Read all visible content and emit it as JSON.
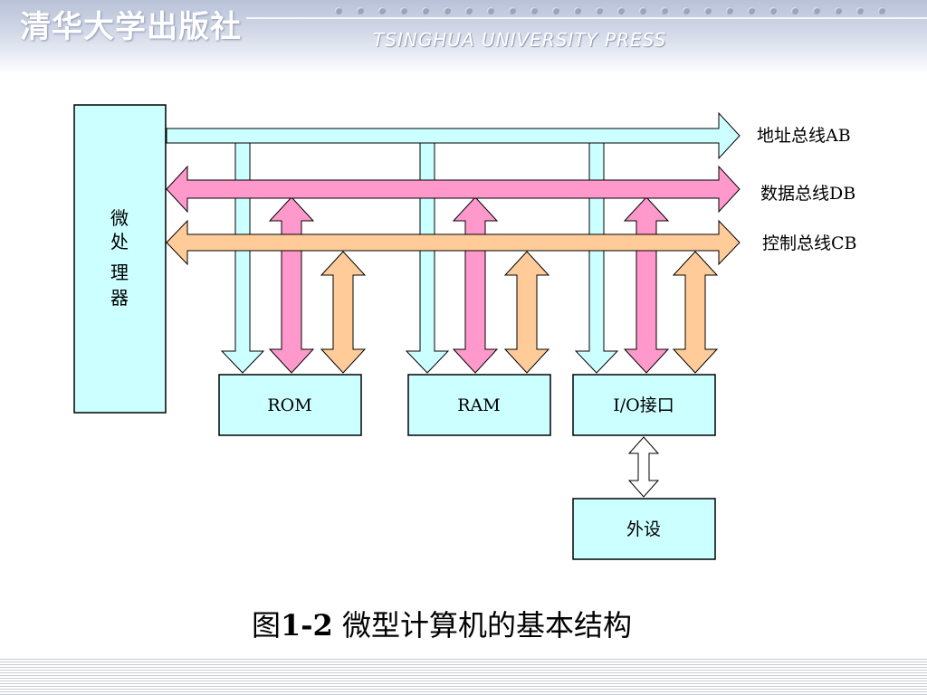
{
  "header": {
    "title_cn": "清华大学出版社",
    "title_en": "TSINGHUA UNIVERSITY PRESS"
  },
  "diagram": {
    "cpu_label": [
      "微",
      "处",
      "理",
      "器"
    ],
    "bus_labels": {
      "address": "地址总线AB",
      "data": "数据总线DB",
      "control": "控制总线CB"
    },
    "boxes": {
      "rom": "ROM",
      "ram": "RAM",
      "io": "I/O接口",
      "peripheral": "外设"
    },
    "colors": {
      "box_fill": "#ccffff",
      "address_bus": "#ccffff",
      "data_bus": "#ff99cc",
      "control_bus": "#ffcc99",
      "peripheral_link": "#ffffff"
    }
  },
  "caption": {
    "prefix": "图",
    "number": "1-2",
    "text": " 微型计算机的基本结构"
  }
}
